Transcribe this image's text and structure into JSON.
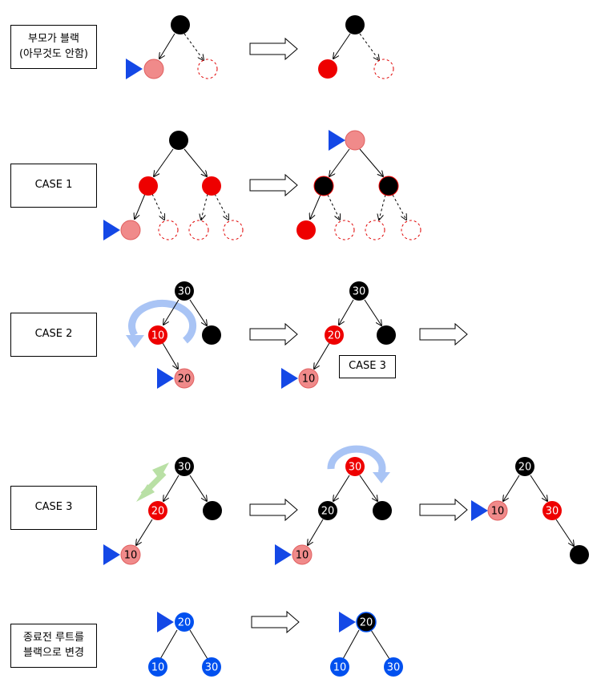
{
  "labels": {
    "parent_black": "부모가 블랙\n(아무것도 안함)",
    "case1": "CASE 1",
    "case2": "CASE 2",
    "case3": "CASE 3",
    "case3_inline": "CASE 3",
    "finish": "종료전 루트를\n블랙으로 변경"
  },
  "nodes": {
    "v10": "10",
    "v20": "20",
    "v30": "30"
  },
  "colors": {
    "black_node": "#000000",
    "red_node": "#ee0000",
    "pink_node": "#f08a8a",
    "blue_node": "#0050ef",
    "pointer": "#1448e6",
    "rotate_arrow": "#a9c4f5",
    "swap_arrow": "#b9e0a5"
  }
}
